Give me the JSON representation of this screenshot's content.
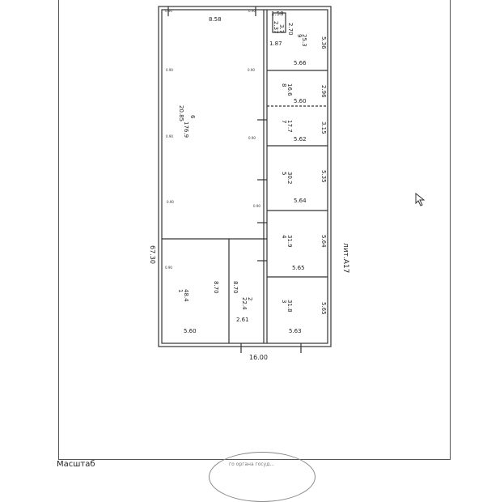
{
  "footer": {
    "scale_label": "Масштаб",
    "stamp_text": "го органа госуд..."
  },
  "plan": {
    "building_label": "лит.А17",
    "overall": {
      "height": "67.30",
      "width": "16.00"
    },
    "rooms": [
      {
        "number": "1",
        "area": "48.4",
        "dims": [
          "5.60",
          "8.70"
        ]
      },
      {
        "number": "2",
        "area": "22.4",
        "dims": [
          "2.61",
          "8.70"
        ]
      },
      {
        "number": "3",
        "area": "31.8",
        "dims": [
          "5.63",
          "5.65"
        ]
      },
      {
        "number": "4",
        "area": "31.9",
        "dims": [
          "5.65",
          "5.64"
        ]
      },
      {
        "number": "5",
        "area": "30.2",
        "dims": [
          "5.64",
          "5.35"
        ]
      },
      {
        "number": "6",
        "area": "176.9",
        "dims": [
          "8.58",
          "20.85"
        ]
      },
      {
        "number": "7",
        "area": "17.7",
        "dims": [
          "5.62",
          "3.15"
        ]
      },
      {
        "number": "8",
        "area": "16.6",
        "dims": [
          "5.60",
          "2.96"
        ]
      },
      {
        "number": "9",
        "area": "25.3",
        "dims": [
          "5.66",
          "5.36"
        ]
      },
      {
        "number": "10",
        "area": "3.7",
        "dims": [
          "1.58",
          "2.37",
          "1.87",
          "2.70"
        ]
      }
    ],
    "marks": [
      "0.90",
      "0.90",
      "0.90",
      "0.90",
      "0.90",
      "0.90",
      "0.90",
      "0.90",
      "0.90"
    ]
  }
}
